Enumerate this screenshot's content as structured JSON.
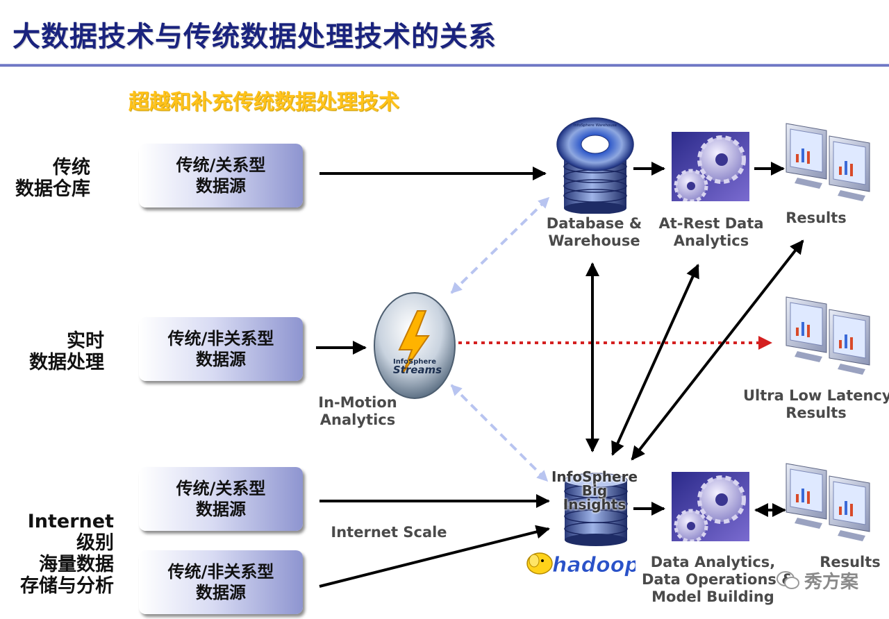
{
  "title": "大数据技术与传统数据处理技术的关系",
  "subtitle": "超越和补充传统数据处理技术",
  "categories": {
    "traditional_warehouse": [
      "传统",
      "数据仓库"
    ],
    "realtime": [
      "实时",
      "数据处理"
    ],
    "internet": [
      "Internet",
      "级别",
      "海量数据",
      "存储与分析"
    ]
  },
  "sources": {
    "s1": [
      "传统/关系型",
      "数据源"
    ],
    "s2": [
      "传统/非关系型",
      "数据源"
    ],
    "s3": [
      "传统/关系型",
      "数据源"
    ],
    "s4": [
      "传统/非关系型",
      "数据源"
    ]
  },
  "nodes": {
    "database_warehouse": [
      "Database &",
      "Warehouse"
    ],
    "at_rest": [
      "At-Rest Data",
      "Analytics"
    ],
    "results_top": "Results",
    "in_motion": [
      "In-Motion",
      "Analytics"
    ],
    "ultra_low": [
      "Ultra Low Latency",
      "Results"
    ],
    "big_insights": [
      "InfoSphere",
      "Big",
      "Insights"
    ],
    "data_analytics": [
      "Data Analytics,",
      "Data Operations &",
      "Model Building"
    ],
    "results_bottom": "Results",
    "internet_scale": "Internet Scale"
  },
  "logos": {
    "infosphere_warehouse": "InfoSphere Warehouse",
    "streams_brand": "InfoSphere",
    "streams_name": "Streams",
    "hadoop": "hadoop"
  },
  "watermark": "秀方案",
  "colors": {
    "title": "#1a237e",
    "subtitle": "#ffc21a",
    "dotted_arrow": "#d42020",
    "dashed_arrow": "#b8c4f0"
  }
}
